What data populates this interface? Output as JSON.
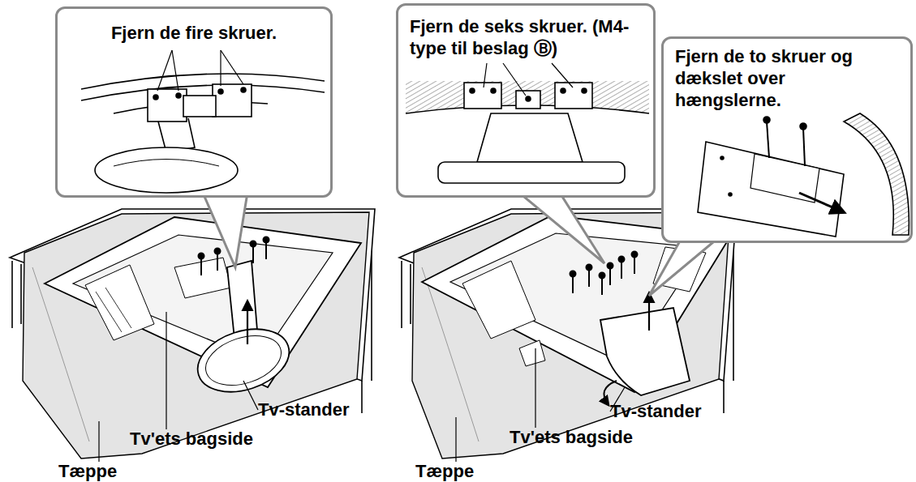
{
  "diagram": {
    "nodes": [
      {
        "text": [
          "Fjern de fire skruer."
        ]
      },
      {
        "text": [
          "Fjern de seks skruer. (M4-type til beslag Ⓑ)"
        ]
      },
      {
        "text": [
          "Fjern de to skruer og dækslet over hængslerne."
        ]
      }
    ],
    "labels": [
      "Tv-stander",
      "Tv'ets bagside",
      "Tæppe",
      "Tv-stander",
      "Tv'ets bagside",
      "Tæppe"
    ]
  }
}
